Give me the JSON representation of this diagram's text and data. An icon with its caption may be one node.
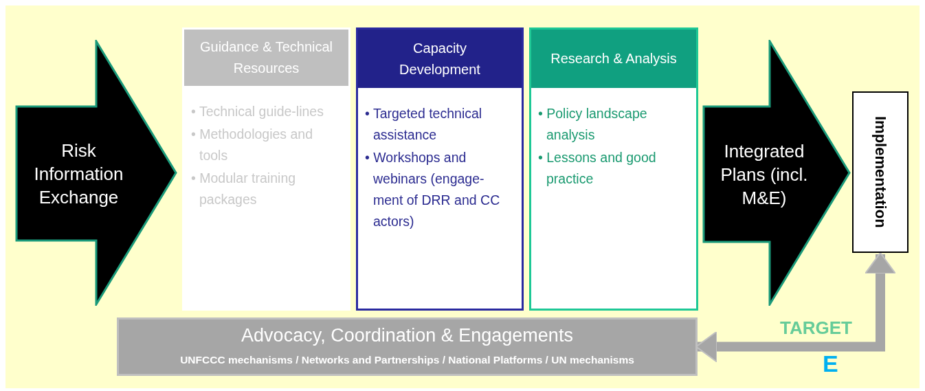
{
  "diagram": {
    "nodes": [
      {
        "text": [
          "Risk Information Exchange"
        ]
      },
      {
        "text": [
          "Guidance & Technical Resources",
          "• Technical guide-lines",
          "• Methodologies and tools",
          "• Modular training packages"
        ]
      },
      {
        "text": [
          "Capacity Development",
          "• Targeted technical assistance",
          "• Workshops and webinars (engage-ment of DRR and CC actors)"
        ]
      },
      {
        "text": [
          "Research & Analysis",
          "• Policy landscape analysis",
          "• Lessons and good practice"
        ]
      },
      {
        "text": [
          "Integrated Plans (incl. M&E)"
        ]
      },
      {
        "text": [
          "Implementation"
        ]
      },
      {
        "text": [
          "Advocacy, Coordination & Engagements",
          "UNFCCC mechanisms / Networks and Partnerships / National Platforms / UN mechanisms"
        ]
      }
    ],
    "edges": [
      {
        "from": 6,
        "to": 5,
        "arrow": "both"
      }
    ],
    "labels": [
      "TARGET",
      "E"
    ]
  }
}
